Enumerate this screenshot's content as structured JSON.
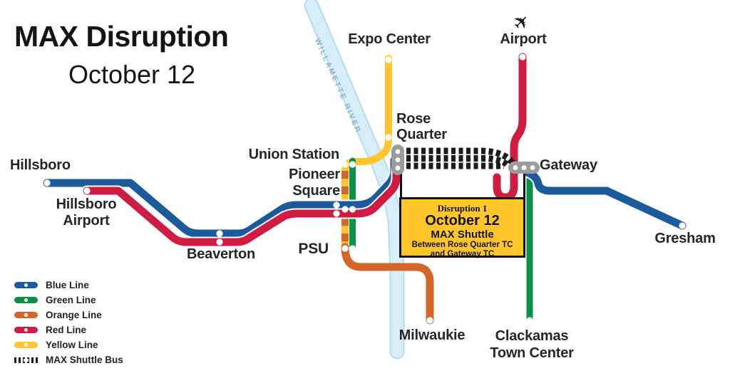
{
  "title": {
    "line1": "MAX Disruption",
    "line2": "October 12"
  },
  "river": {
    "label": "WILLAMETTE RIVER"
  },
  "icons": {
    "airplane_glyph": "✈"
  },
  "stations": {
    "hillsboro": {
      "label": "Hillsboro"
    },
    "hillsboro_airport": {
      "label": "Hillsboro\nAirport"
    },
    "beaverton": {
      "label": "Beaverton"
    },
    "union_station": {
      "label": "Union Station"
    },
    "pioneer_square": {
      "label": "Pioneer\nSquare"
    },
    "psu": {
      "label": "PSU"
    },
    "expo_center": {
      "label": "Expo Center"
    },
    "rose_quarter": {
      "label": "Rose\nQuarter"
    },
    "airport": {
      "label": "Airport"
    },
    "gateway": {
      "label": "Gateway"
    },
    "gresham": {
      "label": "Gresham"
    },
    "milwaukie": {
      "label": "Milwaukie"
    },
    "clackamas_town_center": {
      "label": "Clackamas\nTown Center"
    }
  },
  "disruption_box": {
    "tag": "Disruption 1",
    "date": "October 12",
    "mode": "MAX Shuttle",
    "detail_line1": "Between Rose Quarter TC",
    "detail_line2": "and Gateway TC"
  },
  "legend": {
    "items": [
      {
        "label": "Blue Line",
        "color": "#1b5a9b",
        "type": "line"
      },
      {
        "label": "Green Line",
        "color": "#0a9148",
        "type": "line"
      },
      {
        "label": "Orange Line",
        "color": "#d4662a",
        "type": "line"
      },
      {
        "label": "Red Line",
        "color": "#d01b43",
        "type": "line"
      },
      {
        "label": "Yellow Line",
        "color": "#ffc52e",
        "type": "line"
      },
      {
        "label": "MAX Shuttle Bus",
        "color": "#1c1c1c",
        "type": "shuttle-dash"
      }
    ]
  },
  "colors": {
    "blue": "#1b5a9b",
    "green": "#0a9148",
    "orange": "#d4662a",
    "red": "#d01b43",
    "yellow": "#ffc52e",
    "shuttle_black": "#1c1c1c",
    "transfer_gray": "#9c9c9c",
    "river_fill": "#d7eef9",
    "river_edge": "#b5ddf0",
    "disruption_bg": "#ffc62b"
  }
}
